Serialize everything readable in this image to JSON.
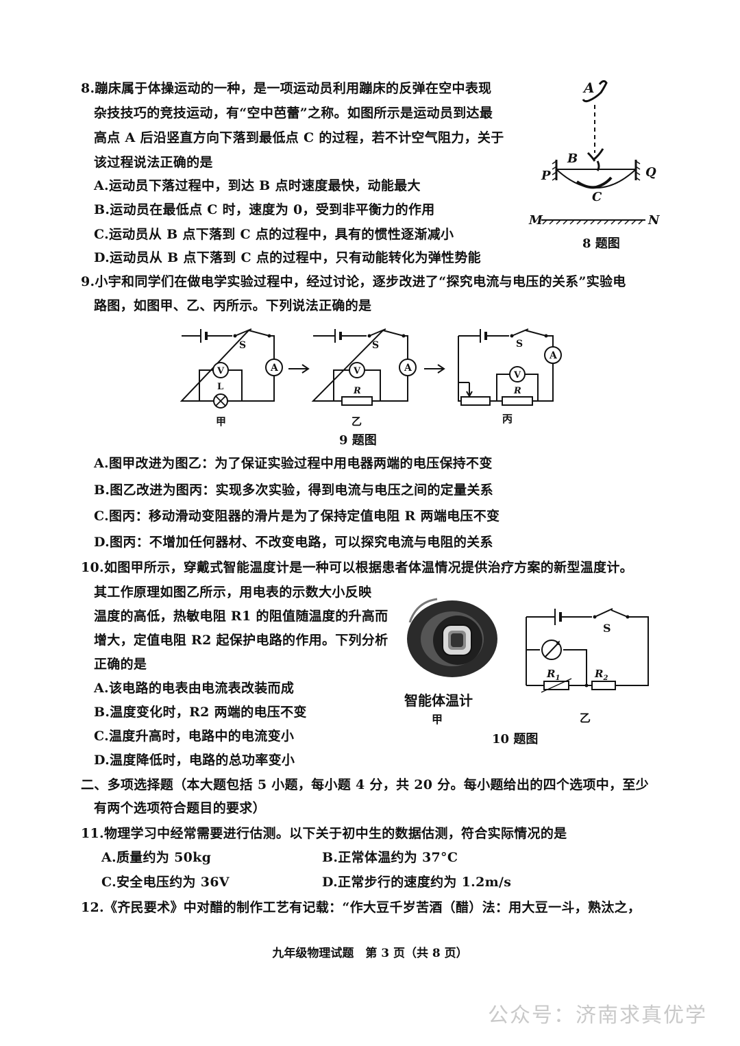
{
  "q8": {
    "lines": [
      "8.蹦床属于体操运动的一种，是一项运动员利用蹦床的反弹在空中表现",
      "杂技技巧的竞技运动，有“空中芭蕾”之称。如图所示是运动员到达最",
      "高点 A 后沿竖直方向下落到最低点 C 的过程，若不计空气阻力，关于",
      "该过程说法正确的是"
    ],
    "options": [
      "A.运动员下落过程中，到达 B 点时速度最快，动能最大",
      "B.运动员在最低点 C 时，速度为 0，受到非平衡力的作用",
      "C.运动员从 B 点下落到 C 点的过程中，具有的惯性逐渐减小",
      "D.运动员从 B 点下落到 C 点的过程中，只有动能转化为弹性势能"
    ],
    "figure": {
      "labels": {
        "A": "A",
        "B": "B",
        "C": "C",
        "P": "P",
        "Q": "Q",
        "M": "M",
        "N": "N"
      },
      "caption": "8 题图"
    }
  },
  "q9": {
    "lines": [
      "9.小宇和同学们在做电学实验过程中，经过讨论，逐步改进了“探究电流与电压的关系”实验电",
      "路图，如图甲、乙、丙所示。下列说法正确的是"
    ],
    "figure": {
      "switch_label": "S",
      "ammeter_label": "A",
      "voltmeter_label": "V",
      "lamp_label": "L",
      "resistor_label": "R",
      "sub_labels": [
        "甲",
        "乙",
        "丙"
      ],
      "caption": "9 题图"
    },
    "options": [
      "A.图甲改进为图乙：为了保证实验过程中用电器两端的电压保持不变",
      "B.图乙改进为图丙：实现多次实验，得到电流与电压之间的定量关系",
      "C.图丙：移动滑动变阻器的滑片是为了保持定值电阻 R 两端电压不变",
      "D.图丙：不增加任何器材、不改变电路，可以探究电流与电阻的关系"
    ]
  },
  "q10": {
    "lead": "10.如图甲所示，穿戴式智能温度计是一种可以根据患者体温情况提供治疗方案的新型温度计。",
    "lines": [
      "其工作原理如图乙所示，用电表的示数大小反映",
      "温度的高低，热敏电阻 R1 的阻值随温度的升高而",
      "增大，定值电阻 R2 起保护电路的作用。下列分析",
      "正确的是"
    ],
    "options": [
      "A.该电路的电表由电流表改装而成",
      "B.温度变化时，R2 两端的电压不变",
      "C.温度升高时，电路中的电流变小",
      "D.温度降低时，电路的总功率变小"
    ],
    "figure": {
      "device_label": "智能体温计",
      "label_jia": "甲",
      "label_yi": "乙",
      "switch_label": "S",
      "r1_label": "R1",
      "r2_label": "R2",
      "caption": "10 题图"
    }
  },
  "section2": {
    "lines": [
      "二、多项选择题（本大题包括 5 小题，每小题 4 分，共 20 分。每小题给出的四个选项中，至少",
      "有两个选项符合题目的要求）"
    ]
  },
  "q11": {
    "lead": "11.物理学习中经常需要进行估测。以下关于初中生的数据估测，符合实际情况的是",
    "options": [
      "A.质量约为 50kg",
      "B.正常体温约为 37°C",
      "C.安全电压约为 36V",
      "D.正常步行的速度约为 1.2m/s"
    ]
  },
  "q12": {
    "lead": "12.《齐民要术》中对醋的制作工艺有记载：“作大豆千岁苦酒（醋）法：用大豆一斗，熟汰之，"
  },
  "footer": "九年级物理试题　第 3 页（共 8 页）",
  "watermark": "公众号：济南求真优学"
}
